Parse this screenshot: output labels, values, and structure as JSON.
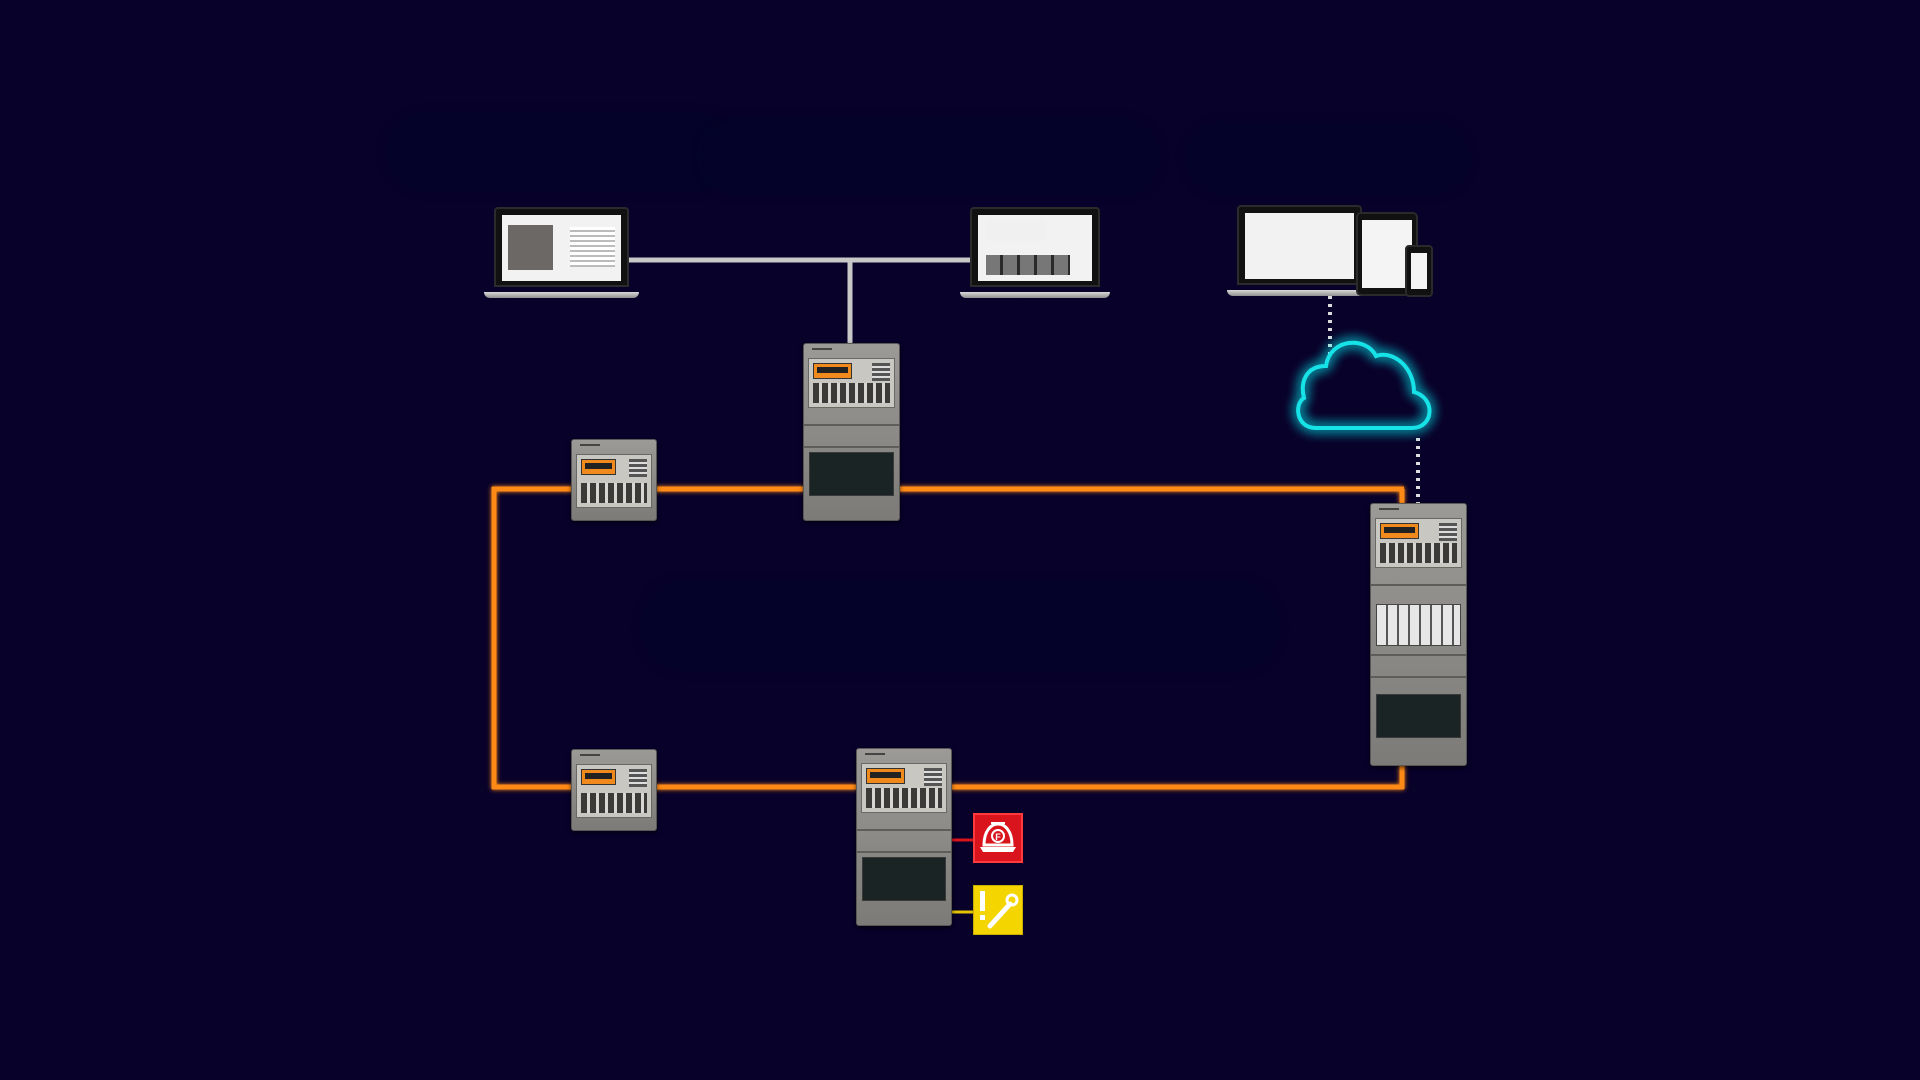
{
  "diagram": {
    "title": "",
    "colors": {
      "background": "#08012a",
      "ring_link": "#ff8a12",
      "management_link": "#c8c8c8",
      "cloud_link": "#dcdcdc",
      "cloud_glow": "#19e3e8",
      "fire_icon": "#d9141c",
      "fault_icon": "#f4d500"
    },
    "devices": [
      {
        "name": "laptop-left",
        "kind": "laptop"
      },
      {
        "name": "laptop-right",
        "kind": "laptop"
      },
      {
        "name": "mobile-devices",
        "kind": "laptop-tablet-phone"
      },
      {
        "name": "cloud",
        "kind": "cloud-icon"
      },
      {
        "name": "panel-top-center",
        "kind": "fire-control-panel"
      },
      {
        "name": "panel-top-left",
        "kind": "compact-panel"
      },
      {
        "name": "panel-right-large",
        "kind": "large-fire-control-panel"
      },
      {
        "name": "panel-bottom-left",
        "kind": "compact-panel"
      },
      {
        "name": "panel-bottom-center",
        "kind": "fire-control-panel"
      },
      {
        "name": "fire-alarm-indicator",
        "kind": "fire-icon"
      },
      {
        "name": "fault-indicator",
        "kind": "fault-icon"
      }
    ],
    "links": [
      {
        "from": "laptop-left",
        "to": "laptop-right",
        "style": "management"
      },
      {
        "from": "management-bus",
        "to": "panel-top-center",
        "style": "management"
      },
      {
        "from": "mobile-devices",
        "to": "cloud",
        "style": "dotted"
      },
      {
        "from": "cloud",
        "to": "panel-right-large",
        "style": "dotted"
      },
      {
        "from": "panel-top-left",
        "to": "panel-top-center",
        "style": "ring"
      },
      {
        "from": "panel-top-center",
        "to": "panel-right-large",
        "style": "ring"
      },
      {
        "from": "panel-right-large",
        "to": "panel-bottom-center",
        "style": "ring"
      },
      {
        "from": "panel-bottom-center",
        "to": "panel-bottom-left",
        "style": "ring"
      },
      {
        "from": "panel-bottom-left",
        "to": "panel-top-left",
        "style": "ring"
      },
      {
        "from": "panel-bottom-center",
        "to": "fire-alarm-indicator",
        "style": "red"
      },
      {
        "from": "panel-bottom-center",
        "to": "fault-indicator",
        "style": "yellow"
      }
    ]
  }
}
